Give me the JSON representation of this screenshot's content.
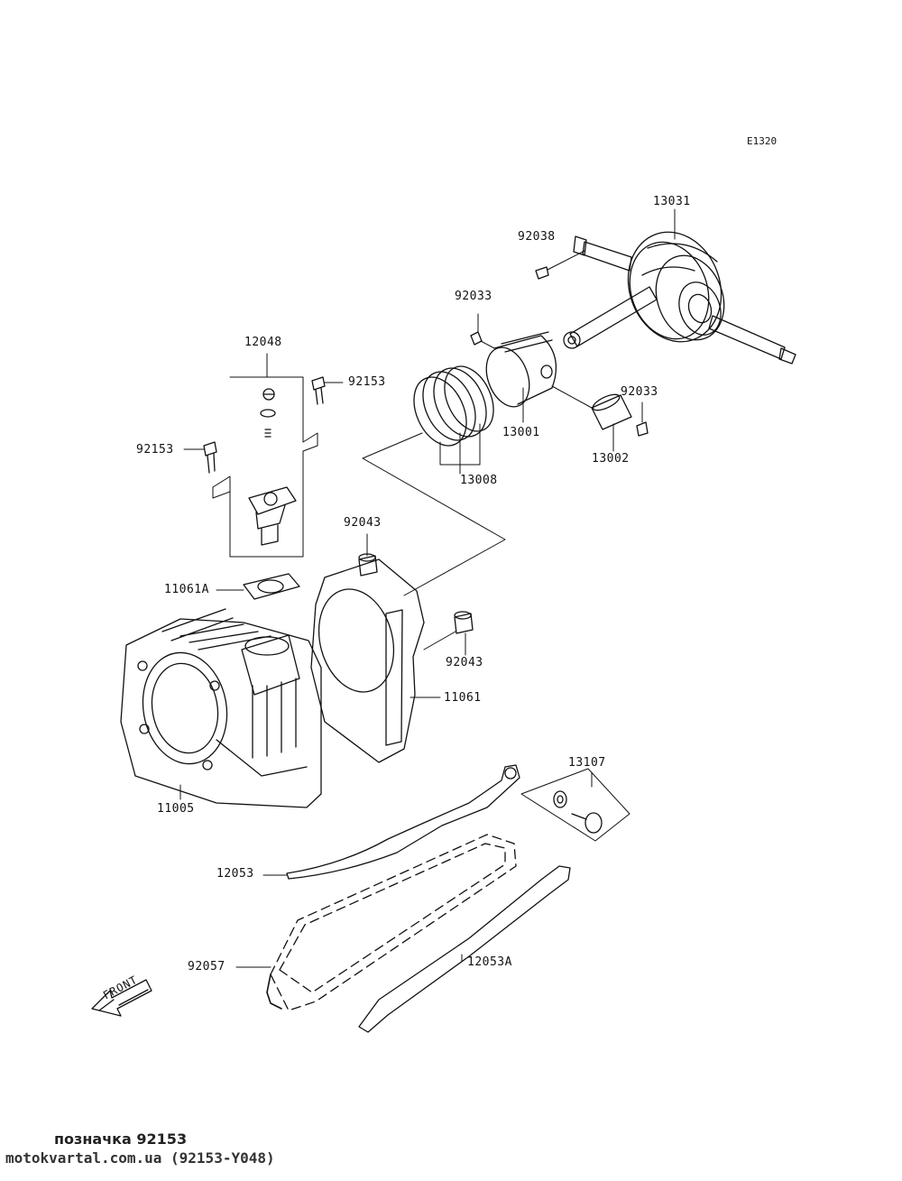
{
  "diagram_code": "E1320",
  "front_label": "FRONT",
  "parts": {
    "p13031": "13031",
    "p92038": "92038",
    "p92033_top": "92033",
    "p92033_right": "92033",
    "p12048": "12048",
    "p92153_top": "92153",
    "p92153_left": "92153",
    "p13001": "13001",
    "p13002": "13002",
    "p13008": "13008",
    "p92043_top": "92043",
    "p92043_bottom": "92043",
    "p11061A": "11061A",
    "p11061": "11061",
    "p11005": "11005",
    "p13107": "13107",
    "p12053": "12053",
    "p12053A": "12053A",
    "p92057": "92057"
  },
  "footer": {
    "line1": "позначка 92153",
    "line2": "motokvartal.com.ua (92153-Y048)"
  }
}
